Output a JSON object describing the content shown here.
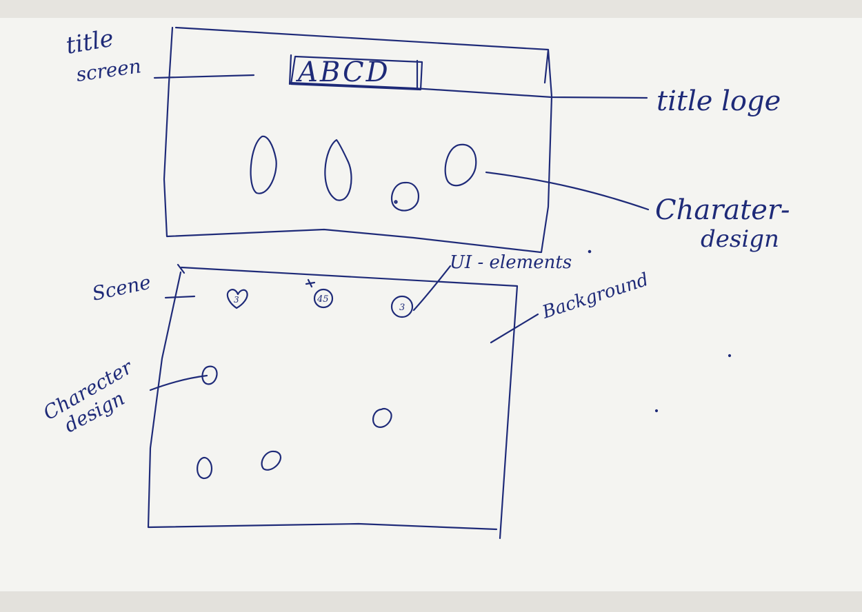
{
  "ink_color": "#1e2a78",
  "paper_color": "#f4f4f1",
  "title_screen": {
    "label_line1": "title",
    "label_line2": "screen",
    "logo_text": "ABCD",
    "logo_callout": "title loge",
    "character_callout_line1": "Charater-",
    "character_callout_line2": "design",
    "characters_icon": "egg-shape-icon"
  },
  "scene": {
    "label": "Scene",
    "ui_callout": "UI - elements",
    "background_callout": "Background",
    "character_callout_line1": "Charecter",
    "character_callout_line2": "design",
    "ui_elements": [
      {
        "icon": "heart-icon",
        "value": "3"
      },
      {
        "icon": "circle-icon",
        "value": "45"
      },
      {
        "icon": "circle-icon",
        "value": "3"
      }
    ]
  }
}
